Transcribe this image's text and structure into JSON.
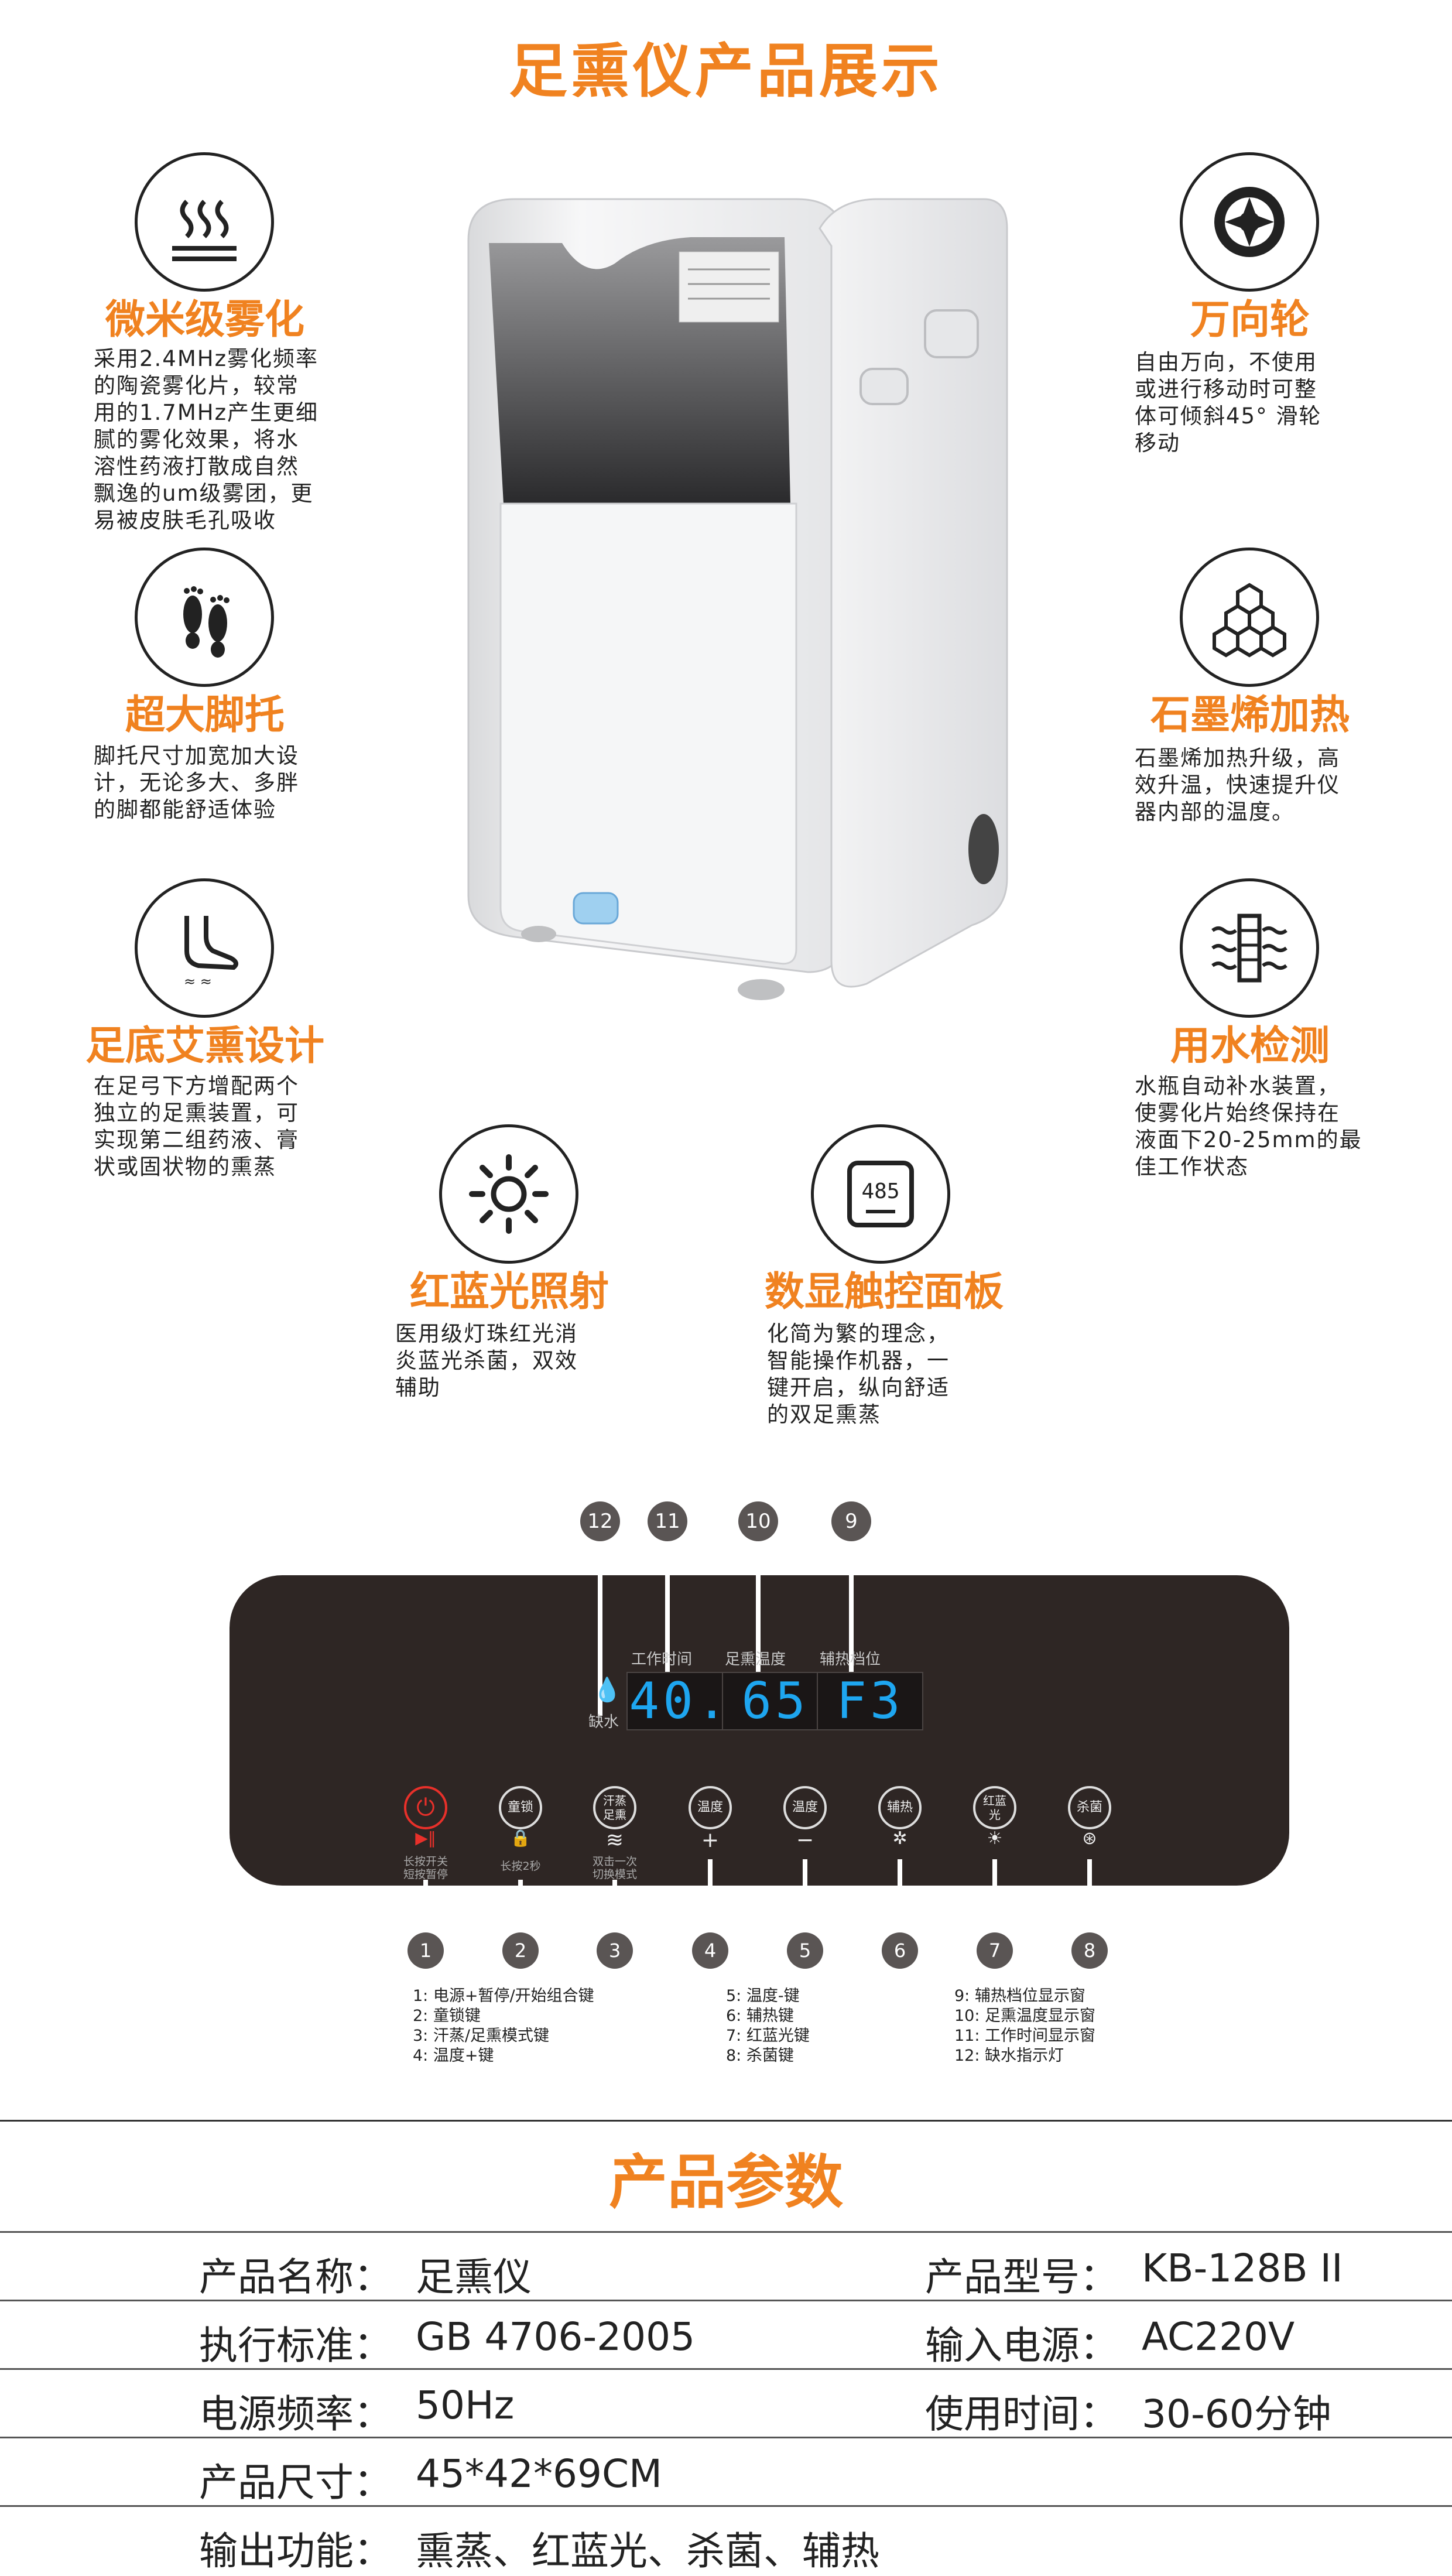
{
  "title": "足熏仪产品展示",
  "features": {
    "left": [
      {
        "icon": "steam-icon",
        "title": "微米级雾化",
        "lines": [
          "采用2.4MHz雾化频率",
          "的陶瓷雾化片，较常",
          "用的1.7MHz产生更细",
          "腻的雾化效果，将水",
          "溶性药液打散成自然",
          "飘逸的um级雾团，更",
          "易被皮肤毛孔吸收"
        ]
      },
      {
        "icon": "footprints-icon",
        "title": "超大脚托",
        "lines": [
          "脚托尺寸加宽加大设",
          "计，无论多大、多胖",
          "的脚都能舒适体验"
        ]
      },
      {
        "icon": "foot-icon",
        "title": "足底艾熏设计",
        "lines": [
          "在足弓下方增配两个",
          "独立的足熏装置，可",
          "实现第二组药液、膏",
          "状或固状物的熏蒸"
        ]
      }
    ],
    "right": [
      {
        "icon": "wheel-icon",
        "title": "万向轮",
        "lines": [
          "自由万向，不使用",
          "或进行移动时可整",
          "体可倾斜45° 滑轮",
          "移动"
        ]
      },
      {
        "icon": "hexagon-icon",
        "title": "石墨烯加热",
        "lines": [
          "石墨烯加热升级，高",
          "效升温，快速提升仪",
          "器内部的温度。"
        ]
      },
      {
        "icon": "water-level-icon",
        "title": "用水检测",
        "lines": [
          "水瓶自动补水装置，",
          "使雾化片始终保持在",
          "液面下20-25mm的最",
          "佳工作状态"
        ]
      }
    ],
    "bottom": [
      {
        "icon": "sun-icon",
        "title": "红蓝光照射",
        "lines": [
          "医用级灯珠红光消",
          "炎蓝光杀菌，双效",
          "辅助"
        ]
      },
      {
        "icon": "display-icon",
        "title": "数显触控面板",
        "icon_text": "485",
        "lines": [
          "化简为繁的理念，",
          "智能操作机器，一",
          "键开启，纵向舒适",
          "的双足熏蒸"
        ]
      }
    ]
  },
  "panel": {
    "top_numbers": [
      "12",
      "11",
      "10",
      "9"
    ],
    "display_labels": [
      "工作时间",
      "足熏温度",
      "辅热档位"
    ],
    "display_values": [
      "40.",
      "65",
      "F3"
    ],
    "water_label": "缺水",
    "buttons": [
      {
        "num": "1",
        "label": "",
        "sym": "▶‖",
        "sub": "长按开关\n短按暂停"
      },
      {
        "num": "2",
        "label": "童锁",
        "sym": "🔒",
        "sub": "长按2秒"
      },
      {
        "num": "3",
        "label": "汗蒸\n足熏",
        "sym": "≋",
        "sub": "双击一次\n切换模式"
      },
      {
        "num": "4",
        "label": "温度",
        "sym": "+",
        "sub": ""
      },
      {
        "num": "5",
        "label": "温度",
        "sym": "−",
        "sub": ""
      },
      {
        "num": "6",
        "label": "辅热",
        "sym": "✲",
        "sub": ""
      },
      {
        "num": "7",
        "label": "红蓝\n光",
        "sym": "☀",
        "sub": ""
      },
      {
        "num": "8",
        "label": "杀菌",
        "sym": "⊛",
        "sub": ""
      }
    ],
    "legend": [
      [
        "1:  电源+暂停/开始组合键",
        "2:  童锁键",
        "3:  汗蒸/足熏模式键",
        "4:  温度+键"
      ],
      [
        "5:  温度-键",
        "6:  辅热键",
        "7:  红蓝光键",
        "8:  杀菌键"
      ],
      [
        "9:  辅热档位显示窗",
        "10:  足熏温度显示窗",
        "11:  工作时间显示窗",
        "12:  缺水指示灯"
      ]
    ]
  },
  "params": {
    "title": "产品参数",
    "rows": [
      [
        {
          "k": "产品名称：",
          "v": "足熏仪"
        },
        {
          "k": "产品型号：",
          "v": "KB-128B II"
        }
      ],
      [
        {
          "k": "执行标准：",
          "v": "GB 4706-2005"
        },
        {
          "k": "输入电源：",
          "v": "AC220V"
        }
      ],
      [
        {
          "k": "电源频率：",
          "v": "50Hz"
        },
        {
          "k": "使用时间：",
          "v": "30-60分钟"
        }
      ],
      [
        {
          "k": "产品尺寸：",
          "v": "45*42*69CM"
        }
      ],
      [
        {
          "k": "输出功能：",
          "v": "熏蒸、红蓝光、杀菌、辅热"
        }
      ]
    ]
  }
}
